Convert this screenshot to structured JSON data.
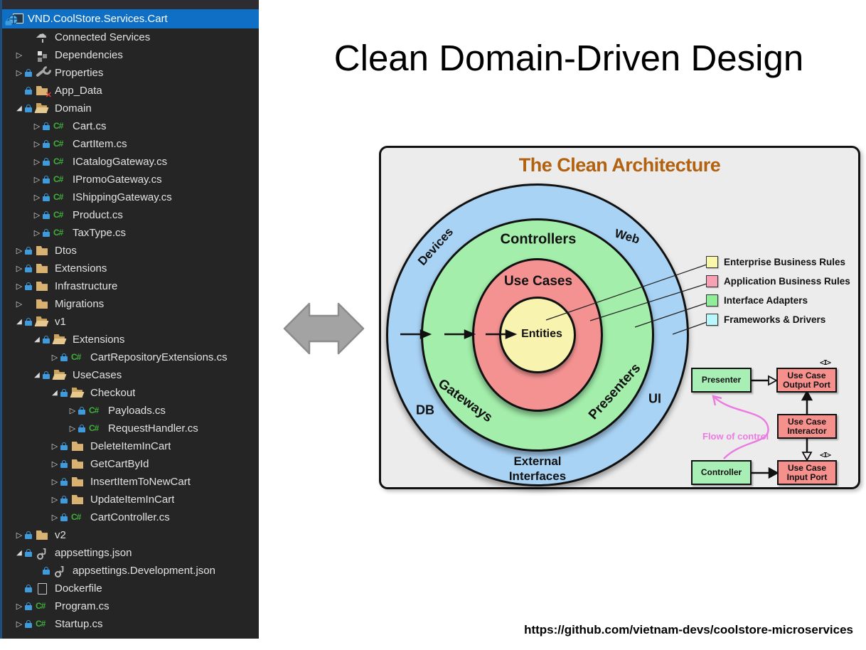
{
  "tree": {
    "project": "VND.CoolStore.Services.Cart",
    "items": [
      {
        "label": "Connected Services",
        "level": 1,
        "arrow": "none",
        "lock": false,
        "icon": "cloud"
      },
      {
        "label": "Dependencies",
        "level": 1,
        "arrow": "collapsed",
        "lock": false,
        "icon": "deps"
      },
      {
        "label": "Properties",
        "level": 1,
        "arrow": "collapsed",
        "lock": true,
        "icon": "wrench"
      },
      {
        "label": "App_Data",
        "level": 1,
        "arrow": "none",
        "lock": true,
        "icon": "folder-error"
      },
      {
        "label": "Domain",
        "level": 1,
        "arrow": "expanded",
        "lock": true,
        "icon": "folder-open"
      },
      {
        "label": "Cart.cs",
        "level": 2,
        "arrow": "collapsed",
        "lock": true,
        "icon": "csharp"
      },
      {
        "label": "CartItem.cs",
        "level": 2,
        "arrow": "collapsed",
        "lock": true,
        "icon": "csharp"
      },
      {
        "label": "ICatalogGateway.cs",
        "level": 2,
        "arrow": "collapsed",
        "lock": true,
        "icon": "csharp"
      },
      {
        "label": "IPromoGateway.cs",
        "level": 2,
        "arrow": "collapsed",
        "lock": true,
        "icon": "csharp"
      },
      {
        "label": "IShippingGateway.cs",
        "level": 2,
        "arrow": "collapsed",
        "lock": true,
        "icon": "csharp"
      },
      {
        "label": "Product.cs",
        "level": 2,
        "arrow": "collapsed",
        "lock": true,
        "icon": "csharp"
      },
      {
        "label": "TaxType.cs",
        "level": 2,
        "arrow": "collapsed",
        "lock": true,
        "icon": "csharp"
      },
      {
        "label": "Dtos",
        "level": 1,
        "arrow": "collapsed",
        "lock": true,
        "icon": "folder"
      },
      {
        "label": "Extensions",
        "level": 1,
        "arrow": "collapsed",
        "lock": true,
        "icon": "folder"
      },
      {
        "label": "Infrastructure",
        "level": 1,
        "arrow": "collapsed",
        "lock": true,
        "icon": "folder"
      },
      {
        "label": "Migrations",
        "level": 1,
        "arrow": "collapsed",
        "lock": false,
        "icon": "folder"
      },
      {
        "label": "v1",
        "level": 1,
        "arrow": "expanded",
        "lock": true,
        "icon": "folder-open"
      },
      {
        "label": "Extensions",
        "level": 2,
        "arrow": "expanded",
        "lock": true,
        "icon": "folder-open"
      },
      {
        "label": "CartRepositoryExtensions.cs",
        "level": 3,
        "arrow": "collapsed",
        "lock": true,
        "icon": "csharp"
      },
      {
        "label": "UseCases",
        "level": 2,
        "arrow": "expanded",
        "lock": true,
        "icon": "folder-open"
      },
      {
        "label": "Checkout",
        "level": 3,
        "arrow": "expanded",
        "lock": true,
        "icon": "folder-open"
      },
      {
        "label": "Payloads.cs",
        "level": 4,
        "arrow": "collapsed",
        "lock": true,
        "icon": "csharp"
      },
      {
        "label": "RequestHandler.cs",
        "level": 4,
        "arrow": "collapsed",
        "lock": true,
        "icon": "csharp"
      },
      {
        "label": "DeleteItemInCart",
        "level": 3,
        "arrow": "collapsed",
        "lock": true,
        "icon": "folder"
      },
      {
        "label": "GetCartById",
        "level": 3,
        "arrow": "collapsed",
        "lock": true,
        "icon": "folder"
      },
      {
        "label": "InsertItemToNewCart",
        "level": 3,
        "arrow": "collapsed",
        "lock": true,
        "icon": "folder"
      },
      {
        "label": "UpdateItemInCart",
        "level": 3,
        "arrow": "collapsed",
        "lock": true,
        "icon": "folder"
      },
      {
        "label": "CartController.cs",
        "level": 3,
        "arrow": "collapsed",
        "lock": true,
        "icon": "csharp"
      },
      {
        "label": "v2",
        "level": 1,
        "arrow": "collapsed",
        "lock": true,
        "icon": "folder"
      },
      {
        "label": "appsettings.json",
        "level": 1,
        "arrow": "expanded",
        "lock": true,
        "icon": "json"
      },
      {
        "label": "appsettings.Development.json",
        "level": 2,
        "arrow": "none",
        "lock": true,
        "icon": "json"
      },
      {
        "label": "Dockerfile",
        "level": 1,
        "arrow": "none",
        "lock": true,
        "icon": "file"
      },
      {
        "label": "Program.cs",
        "level": 1,
        "arrow": "collapsed",
        "lock": true,
        "icon": "csharp"
      },
      {
        "label": "Startup.cs",
        "level": 1,
        "arrow": "collapsed",
        "lock": true,
        "icon": "csharp"
      }
    ]
  },
  "slide": {
    "title": "Clean Domain-Driven Design",
    "url": "https://github.com/vietnam-devs/coolstore-microservices"
  },
  "diagram": {
    "title": "The Clean Architecture",
    "title_color": "#b2610f",
    "rings": {
      "controllers": "Controllers",
      "use_cases": "Use Cases",
      "entities": "Entities",
      "devices": "Devices",
      "web": "Web",
      "db": "DB",
      "ui": "UI",
      "gateways": "Gateways",
      "presenters": "Presenters",
      "external_1": "External",
      "external_2": "Interfaces"
    },
    "ring_colors": {
      "frameworks": "#a9d3f5",
      "adapters": "#a2eeaa",
      "application": "#f49292",
      "enterprise": "#f8f3ae"
    },
    "legend": [
      {
        "label": "Enterprise Business Rules",
        "color": "#f8f8a8"
      },
      {
        "label": "Application Business Rules",
        "color": "#f8a0b4"
      },
      {
        "label": "Interface Adapters",
        "color": "#90ee9b"
      },
      {
        "label": "Frameworks & Drivers",
        "color": "#b8f8fc"
      }
    ],
    "flow": {
      "presenter": "Presenter",
      "controller": "Controller",
      "output_port": "Use Case Output Port",
      "interactor": "Use Case Interactor",
      "input_port": "Use Case Input Port",
      "flow_label": "Flow of control",
      "interface_marker": "<I>"
    }
  }
}
